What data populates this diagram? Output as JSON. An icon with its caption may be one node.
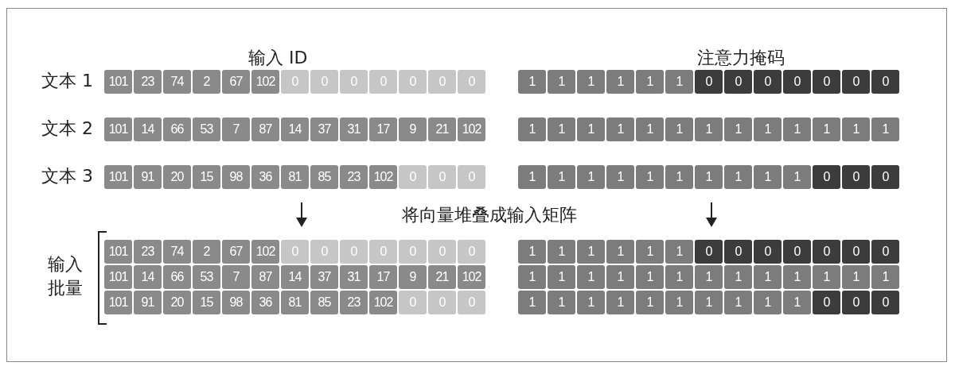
{
  "diagram": {
    "labels": [
      "输入 ID",
      "注意力掩码",
      "文本 1",
      "101",
      "23",
      "74",
      "2",
      "67",
      "102",
      "0",
      "0",
      "0",
      "0",
      "0",
      "0",
      "0",
      "1",
      "1",
      "1",
      "1",
      "1",
      "1",
      "0",
      "0",
      "0",
      "0",
      "0",
      "0",
      "0",
      "文本 2",
      "101",
      "14",
      "66",
      "53",
      "7",
      "87",
      "14",
      "37",
      "31",
      "17",
      "9",
      "21",
      "102",
      "1",
      "1",
      "1",
      "1",
      "1",
      "1",
      "1",
      "1",
      "1",
      "1",
      "1",
      "1",
      "1",
      "文本 3",
      "101",
      "91",
      "20",
      "15",
      "98",
      "36",
      "81",
      "85",
      "23",
      "102",
      "0",
      "0",
      "0",
      "1",
      "1",
      "1",
      "1",
      "1",
      "1",
      "1",
      "1",
      "1",
      "1",
      "0",
      "0",
      "0",
      "将向量堆叠成输入矩阵",
      "输入批量",
      "101",
      "23",
      "74",
      "2",
      "67",
      "102",
      "0",
      "0",
      "0",
      "0",
      "0",
      "0",
      "0",
      "1",
      "1",
      "1",
      "1",
      "1",
      "1",
      "0",
      "0",
      "0",
      "0",
      "0",
      "0",
      "0",
      "101",
      "14",
      "66",
      "53",
      "7",
      "87",
      "14",
      "37",
      "31",
      "17",
      "9",
      "21",
      "102",
      "1",
      "1",
      "1",
      "1",
      "1",
      "1",
      "1",
      "1",
      "1",
      "1",
      "1",
      "1",
      "1",
      "101",
      "91",
      "20",
      "15",
      "98",
      "36",
      "81",
      "85",
      "23",
      "102",
      "0",
      "0",
      "0",
      "1",
      "1",
      "1",
      "1",
      "1",
      "1",
      "1",
      "1",
      "1",
      "1",
      "0",
      "0",
      "0"
    ]
  }
}
